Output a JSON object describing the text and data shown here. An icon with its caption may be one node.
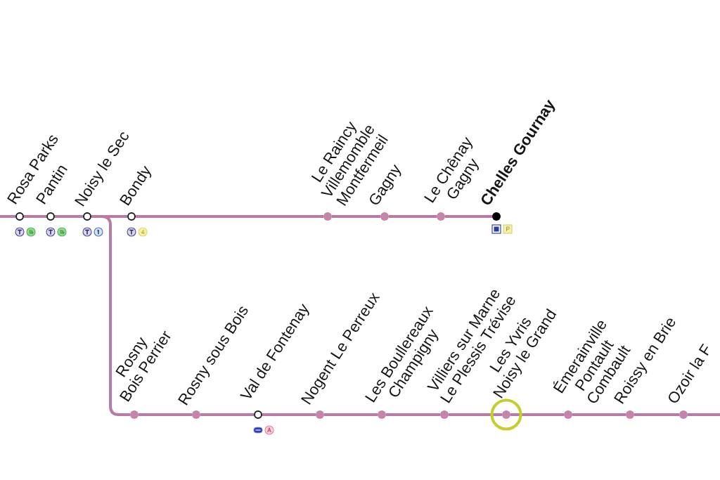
{
  "diagram": {
    "nodes": [
      {
        "text": [
          "Rosa Parks"
        ]
      },
      {
        "text": [
          "Pantin"
        ]
      },
      {
        "text": [
          "Noisy le Sec"
        ]
      },
      {
        "text": [
          "Bondy"
        ]
      },
      {
        "text": [
          "Le Raincy Villemomble Montfermeil"
        ]
      },
      {
        "text": [
          "Gagny"
        ]
      },
      {
        "text": [
          "Le Chênay Gagny"
        ]
      },
      {
        "text": [
          "Chelles Gournay"
        ]
      },
      {
        "text": [
          "Rosny Bois Perrier"
        ]
      },
      {
        "text": [
          "Rosny sous Bois"
        ]
      },
      {
        "text": [
          "Val de Fontenay"
        ]
      },
      {
        "text": [
          "Nogent Le Perreux"
        ]
      },
      {
        "text": [
          "Les Boullereaux Champigny"
        ]
      },
      {
        "text": [
          "Villiers sur Marne Le Plessis Trévise"
        ]
      },
      {
        "text": [
          "Les Yvris Noisy le Grand"
        ]
      },
      {
        "text": [
          "Émerainville Pontault Combault"
        ]
      },
      {
        "text": [
          "Roissy en Brie"
        ]
      },
      {
        "text": [
          "Ozoir la F"
        ]
      }
    ],
    "edges": [
      {
        "from": null,
        "to": 0,
        "arrow": "none"
      },
      {
        "from": 0,
        "to": 1,
        "arrow": "none"
      },
      {
        "from": 1,
        "to": 2,
        "arrow": "none"
      },
      {
        "from": 2,
        "to": 3,
        "arrow": "none"
      },
      {
        "from": 3,
        "to": 4,
        "arrow": "none"
      },
      {
        "from": 4,
        "to": 5,
        "arrow": "none"
      },
      {
        "from": 5,
        "to": 6,
        "arrow": "none"
      },
      {
        "from": 6,
        "to": 7,
        "arrow": "none"
      },
      {
        "from": 2,
        "to": 8,
        "arrow": "none"
      },
      {
        "from": 8,
        "to": 9,
        "arrow": "none"
      },
      {
        "from": 9,
        "to": 10,
        "arrow": "none"
      },
      {
        "from": 10,
        "to": 11,
        "arrow": "none"
      },
      {
        "from": 11,
        "to": 12,
        "arrow": "none"
      },
      {
        "from": 12,
        "to": 13,
        "arrow": "none"
      },
      {
        "from": 13,
        "to": 14,
        "arrow": "none"
      },
      {
        "from": 14,
        "to": 15,
        "arrow": "none"
      },
      {
        "from": 15,
        "to": 16,
        "arrow": "none"
      },
      {
        "from": 16,
        "to": 17,
        "arrow": "none"
      },
      {
        "from": 17,
        "to": null,
        "arrow": "none"
      }
    ]
  }
}
